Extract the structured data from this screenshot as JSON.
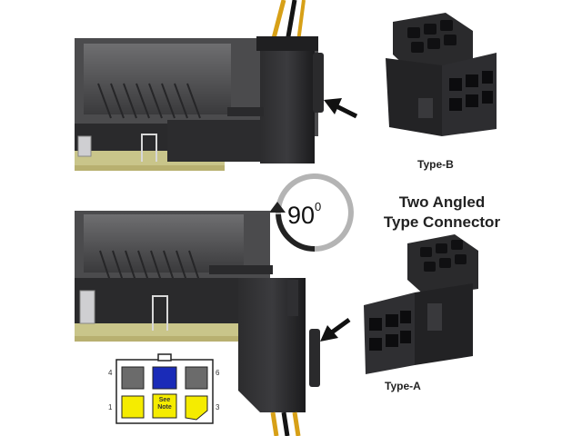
{
  "headline": {
    "line1": "Two Angled",
    "line2": "Type Connector"
  },
  "rotation": {
    "value": "90",
    "unit": "0"
  },
  "connectors": {
    "type_b_label": "Type-B",
    "type_a_label": "Type-A"
  },
  "pinout": {
    "numbers": {
      "top_left": "4",
      "top_right": "6",
      "bottom_left": "1",
      "bottom_right": "3"
    },
    "note": "See Note"
  },
  "colors": {
    "pin_gray": "#6b6b6b",
    "pin_blue": "#1a2bb8",
    "pin_yellow": "#f5ec00",
    "connector_black": "#1e1e20",
    "cable_yellow": "#d7a017",
    "pcb": "#c9c58a"
  }
}
